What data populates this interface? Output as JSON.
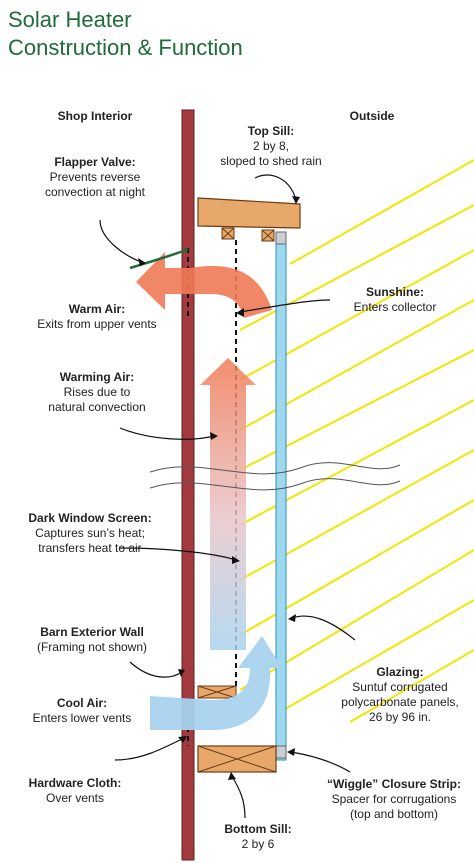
{
  "title": {
    "line1": "Solar Heater",
    "line2": "Construction & Function"
  },
  "sections": {
    "interior": "Shop Interior",
    "exterior": "Outside"
  },
  "labels": {
    "top_sill": {
      "head": "Top Sill:",
      "lines": [
        "2 by 8,",
        "sloped to shed rain"
      ]
    },
    "flapper_valve": {
      "head": "Flapper Valve:",
      "lines": [
        "Prevents reverse",
        "convection at night"
      ]
    },
    "sunshine": {
      "head": "Sunshine:",
      "lines": [
        "Enters collector"
      ]
    },
    "warm_air": {
      "head": "Warm Air:",
      "lines": [
        "Exits from upper vents"
      ]
    },
    "warming_air": {
      "head": "Warming Air:",
      "lines": [
        "Rises due to",
        "natural convection"
      ]
    },
    "dark_screen": {
      "head": "Dark Window Screen:",
      "lines": [
        "Captures sun’s heat;",
        "transfers heat to air"
      ]
    },
    "barn_wall": {
      "head": "Barn Exterior Wall",
      "lines": [
        "(Framing not shown)"
      ]
    },
    "glazing": {
      "head": "Glazing:",
      "lines": [
        "Suntuf corrugated",
        "polycarbonate panels,",
        "26 by 96 in."
      ]
    },
    "cool_air": {
      "head": "Cool Air:",
      "lines": [
        "Enters lower vents"
      ]
    },
    "hardware_cloth": {
      "head": "Hardware Cloth:",
      "lines": [
        "Over vents"
      ]
    },
    "wiggle_strip": {
      "head": "“Wiggle” Closure Strip:",
      "lines": [
        "Spacer for corrugations",
        "(top and bottom)"
      ]
    },
    "bottom_sill": {
      "head": "Bottom Sill:",
      "lines": [
        "2 by 6"
      ]
    }
  },
  "colors": {
    "title": "#1f6b3a",
    "wall": "#a23a3f",
    "wood": "#e8a86a",
    "glazing": "#9fd9ef",
    "sun": "#f2e600",
    "warm_air": "#f07a55",
    "cool_air": "#a9d3ee"
  }
}
